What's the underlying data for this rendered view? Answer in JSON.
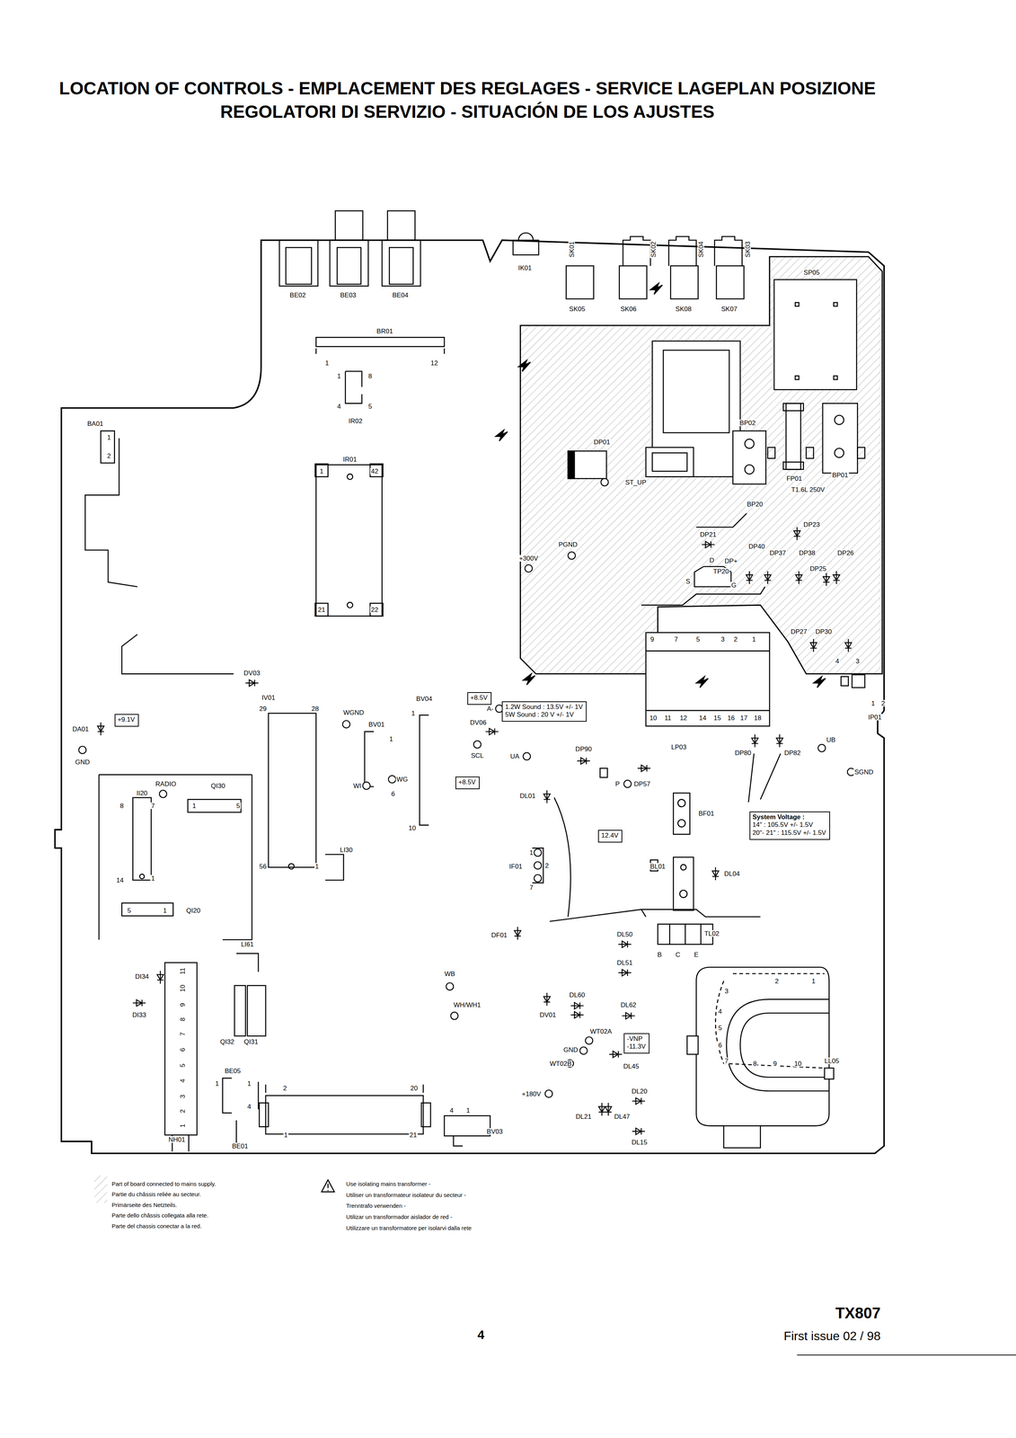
{
  "diagram": {
    "title": "LOCATION OF CONTROLS - EMPLACEMENT DES REGLAGES - SERVICE LAGEPLAN POSIZIONE REGOLATORI DI SERVIZIO - SITUACIÓN DE LOS AJUSTES",
    "nodes": [
      {
        "text": [
          "+9.1V"
        ]
      },
      {
        "text": [
          "+8.5V"
        ]
      },
      {
        "text": [
          "1.2W Sound : 13.5V +/- 1V",
          "5W Sound : 20 V +/- 1V"
        ]
      },
      {
        "text": [
          "+8.5V"
        ]
      },
      {
        "text": [
          "12.4V"
        ]
      },
      {
        "text": [
          "System Voltage :",
          "14\" : 105.5V +/- 1.5V",
          "20\"- 21\" : 115.5V +/- 1.5V"
        ]
      },
      {
        "text": [
          "-VNP",
          "-11.3V"
        ]
      }
    ],
    "labels": [
      "BE02",
      "BE03",
      "BE04",
      "IK01",
      "SK01",
      "SK02",
      "SK04",
      "SK03",
      "SK05",
      "SK06",
      "SK08",
      "SK07",
      "SP05",
      "BR01",
      "1",
      "12",
      "1",
      "8",
      "4",
      "5",
      "IR02",
      "IR01",
      "1",
      "42",
      "21",
      "22",
      "BA01",
      "1",
      "2",
      "DP01",
      "ST_UP",
      "PGND",
      "+300V",
      "BP02",
      "FP01",
      "T1.6L 250V",
      "BP01",
      "BP20",
      "DP21",
      "DP23",
      "DP40",
      "DP37",
      "DP38",
      "DP26",
      "D",
      "DP+",
      "TP20",
      "S",
      "G",
      "DP25",
      "9",
      "7",
      "5",
      "3",
      "2",
      "1",
      "DP27",
      "DP30",
      "4",
      "3",
      "1",
      "2",
      "IP01",
      "10",
      "11",
      "12",
      "14",
      "15",
      "16",
      "17",
      "18",
      "LP03",
      "DV03",
      "IV01",
      "29",
      "28",
      "56",
      "WGND",
      "BV01",
      "1",
      "WI",
      "WG",
      "6",
      "BV04",
      "1",
      "10",
      "DV06",
      "SCL",
      "A-",
      "UA",
      "DP90",
      "DA01",
      "GND",
      "RADIO",
      "II20",
      "QI30",
      "8",
      "7",
      "1",
      "5",
      "14",
      "1",
      "5",
      "1",
      "QI20",
      "LI30",
      "1",
      "DL01",
      "P",
      "DP57",
      "BF01",
      "IF01",
      "1",
      "2",
      "7",
      "BL01",
      "DL04",
      "DP80",
      "DP82",
      "UB",
      "SGND",
      "DF01",
      "DL50",
      "TL02",
      "B",
      "C",
      "E",
      "DL51",
      "DL60",
      "DV01",
      "DL62",
      "WB",
      "WH/WH1",
      "WT02A",
      "GND",
      "WT02B",
      "DL45",
      "+180V",
      "DL20",
      "DL21",
      "DL47",
      "DL15",
      "2",
      "1",
      "3",
      "4",
      "5",
      "6",
      "7",
      "8",
      "9",
      "10",
      "LL05",
      "DI34",
      "DI33",
      "1",
      "2",
      "3",
      "4",
      "5",
      "6",
      "7",
      "8",
      "9",
      "10",
      "11",
      "NH01",
      "LI61",
      "QI32",
      "QI31",
      "BE05",
      "1",
      "1",
      "4",
      "BE01",
      "2",
      "20",
      "1",
      "21",
      "4",
      "1",
      "BV03",
      "Use isolating mains transformer -",
      "Utiliser un transformateur isolateur du secteur -",
      "Trenntrafo verwenden -",
      "Utilizar un transformador aislador de red -",
      "Utilizzare un transformatore per isolarvi dalla rete",
      "4",
      "TX807",
      "First issue 02 / 98"
    ],
    "legend": [
      {
        "text": "Part of board connected to mains supply."
      },
      {
        "text": "Partie du châssis reliée au secteur."
      },
      {
        "text": "Primärseite des Netzteils."
      },
      {
        "text": "Parte dello châssis collegata alla rete."
      },
      {
        "text": "Parte del chassis conectar a la red."
      }
    ]
  }
}
